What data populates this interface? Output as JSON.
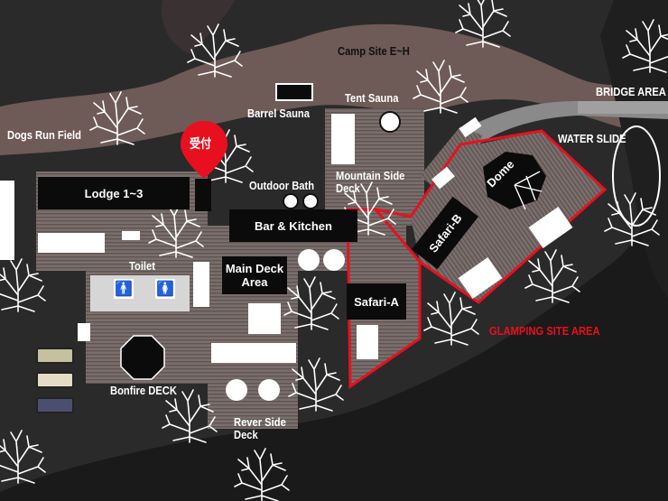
{
  "labels": {
    "camp_site": "Camp Site E~H",
    "tent_sauna": "Tent Sauna",
    "barrel_sauna": "Barrel Sauna",
    "bridge_area": "BRIDGE AREA",
    "water_slide": "WATER SLIDE",
    "dogs_run": "Dogs Run Field",
    "reception": "受付",
    "lodge": "Lodge 1~3",
    "outdoor_bath": "Outdoor Bath",
    "mountain_side_deck": "Mountain Side\nDeck",
    "bar_kitchen": "Bar & Kitchen",
    "toilet": "Toilet",
    "main_deck": "Main Deck\nArea",
    "safari_a": "Safari-A",
    "safari_b": "Safari-B",
    "dome": "Dome",
    "glamping": "GLAMPING SITE AREA",
    "bonfire": "Bonfire DECK",
    "river_side_deck": "Rever Side\nDeck"
  },
  "colors": {
    "background": "#2a2a2a",
    "ground_band": "#6e5a56",
    "river": "#1a1a1a",
    "deck": "#7a6e6c",
    "building": "#0b0b0b",
    "highlight": "#e8101e",
    "parked_car_1": "#c4c0a0",
    "parked_car_2": "#e4dcc4",
    "parked_car_3": "#4c4e70"
  },
  "icons": {
    "reception_pin": "map-pin-icon",
    "toilet_men": "male-toilet-icon",
    "toilet_women": "female-toilet-icon",
    "trees": "tree-icon"
  }
}
